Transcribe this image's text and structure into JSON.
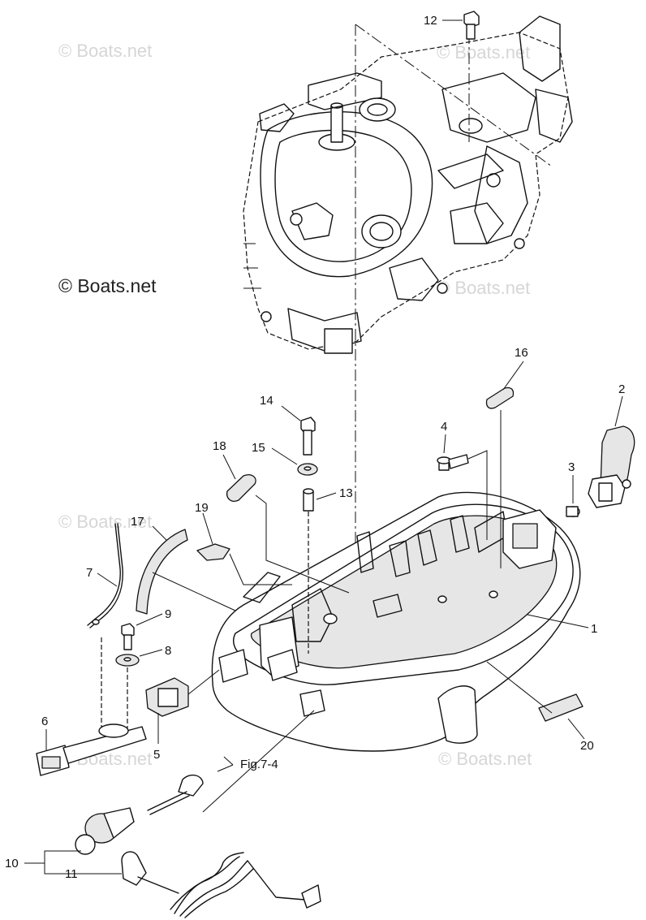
{
  "watermarks": {
    "faint": "© Boats.net",
    "main": "© Boats.net"
  },
  "callouts": [
    "1",
    "2",
    "3",
    "4",
    "5",
    "6",
    "7",
    "8",
    "9",
    "10",
    "11",
    "12",
    "13",
    "14",
    "15",
    "16",
    "17",
    "18",
    "19",
    "20"
  ],
  "reference": "Fig.7-4",
  "icons": [
    "bolt-icon",
    "washer-icon",
    "collar-icon",
    "grommet-icon",
    "plug-icon",
    "lanyard-icon",
    "switch-icon",
    "seal-icon",
    "label-icon",
    "engine-block-illustration",
    "bottom-cowling-illustration"
  ]
}
